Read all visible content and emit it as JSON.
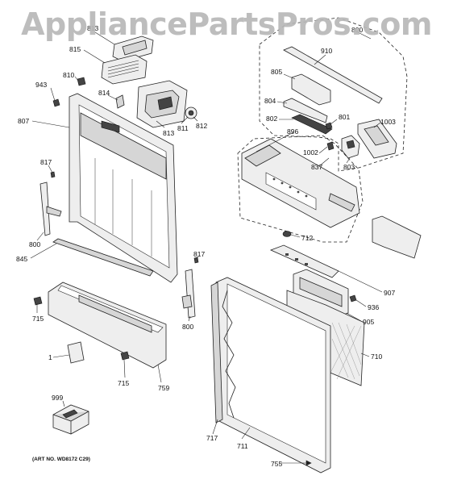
{
  "watermark": "AppliancePartsPros.com",
  "art_number": "(ART NO. WD8172 C29)",
  "callouts": {
    "c813a": "813",
    "c815": "815",
    "c810": "810",
    "c943": "943",
    "c814": "814",
    "c807": "807",
    "c811": "811",
    "c812": "812",
    "c813b": "813",
    "c817a": "817",
    "c800a": "800",
    "c845": "845",
    "c715a": "715",
    "c1": "1",
    "c715b": "715",
    "c759": "759",
    "c999": "999",
    "c817b": "817",
    "c800b": "800",
    "c910": "910",
    "c805": "805",
    "c804": "804",
    "c801": "801",
    "c802": "802",
    "c1003": "1003",
    "c896": "896",
    "c1002": "1002",
    "c837": "837",
    "c803": "803",
    "c712": "712",
    "c907": "907",
    "c936": "936",
    "c905": "905",
    "c710": "710",
    "c717": "717",
    "c711": "711",
    "c755": "755",
    "c800top": "800"
  },
  "colors": {
    "outline": "#222222",
    "fill": "#eeeeee",
    "watermark": "#b8b8b8"
  }
}
